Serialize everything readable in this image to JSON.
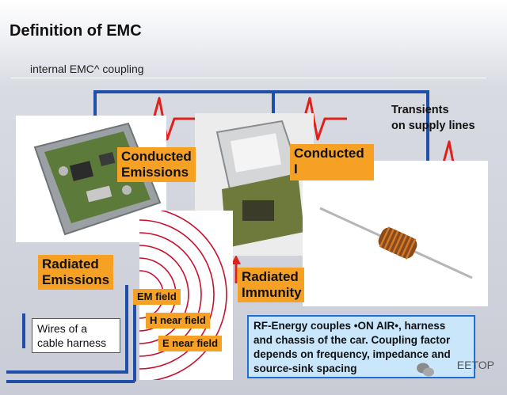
{
  "title": "Definition of EMC",
  "subtitle": "internal EMC^ coupling",
  "labels": {
    "conducted_emissions": [
      "Conducted",
      "Emissions"
    ],
    "conducted_immunity": [
      "Conducted",
      "I"
    ],
    "radiated_emissions": [
      "Radiated",
      "Emissions"
    ],
    "radiated_immunity": [
      "Radiated",
      "Immunity"
    ],
    "em_field": "EM field",
    "h_near_field": "H near field",
    "e_near_field": "E near field",
    "transients": [
      "Transients",
      "on supply lines"
    ],
    "wires": [
      "Wires of a",
      "cable harness"
    ],
    "rf_energy": [
      "RF-Energy couples •ON AIR•, harness",
      "and chassis of the car. Coupling factor",
      "depends on frequency, impedance and",
      "source-sink spacing"
    ]
  },
  "watermark": "EETOP",
  "colors": {
    "wire_blue": "#1f4fa8",
    "pulse_red": "#e0201b",
    "label_orange": "#f6a024",
    "rf_box_fill": "#c9e6fb",
    "rf_box_border": "#1e6fd4"
  },
  "icons": [
    "ecu-board-photo",
    "module-photo",
    "ferrite-inductor-photo",
    "wechat-icon"
  ]
}
